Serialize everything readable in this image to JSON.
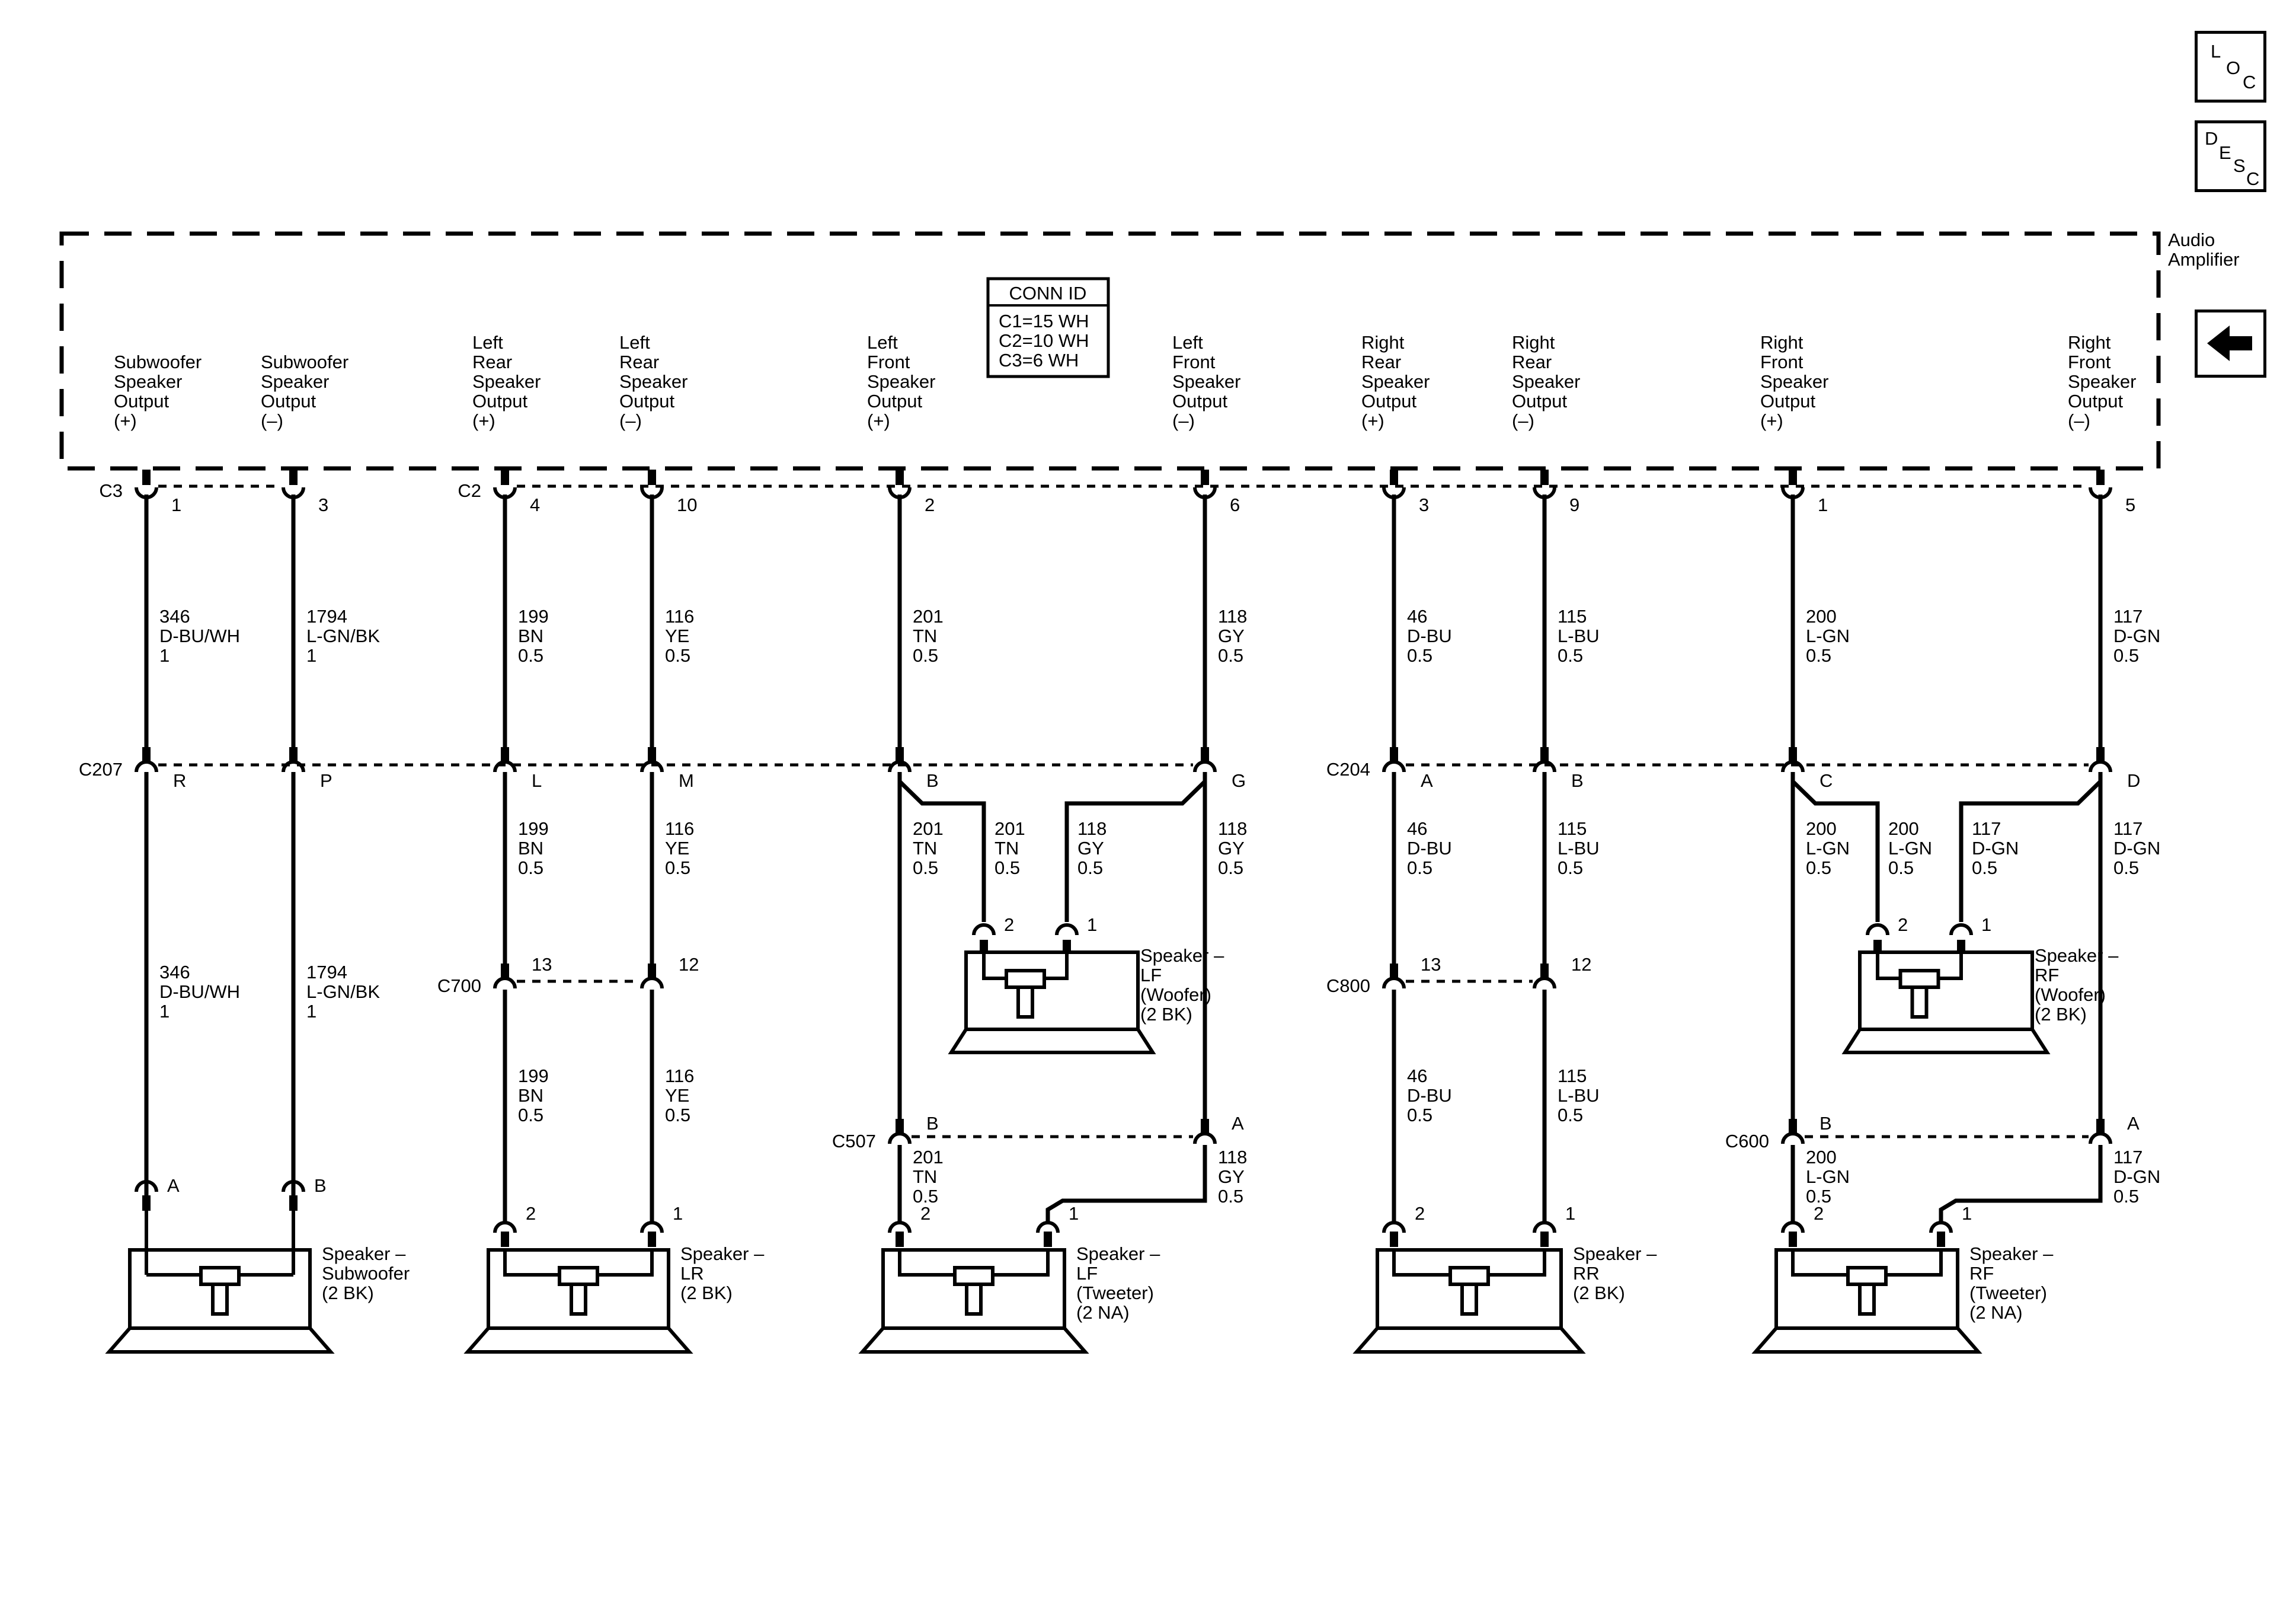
{
  "nav": {
    "loc": [
      "L",
      "O",
      "C"
    ],
    "desc": [
      "D",
      "E",
      "S",
      "C"
    ],
    "back": "back-arrow"
  },
  "module": {
    "name": "Audio Amplifier",
    "lines": [
      "Audio",
      "Amplifier"
    ]
  },
  "conn_id": {
    "title": "CONN ID",
    "lines": [
      "C1=15 WH",
      "C2=10 WH",
      "C3=6 WH"
    ]
  },
  "circuits": [
    {
      "label": [
        "Subwoofer",
        "Speaker",
        "Output",
        "(+)"
      ],
      "pin": "1",
      "wire1": [
        "346",
        "D-BU/WH",
        "1"
      ],
      "c2pin": "R",
      "wire2": [
        "346",
        "D-BU/WH",
        "1"
      ],
      "c3pin": "",
      "wire3": [],
      "c4pin": "",
      "wire4": [],
      "spkpin": "A"
    },
    {
      "label": [
        "Subwoofer",
        "Speaker",
        "Output",
        "(–)"
      ],
      "pin": "3",
      "wire1": [
        "1794",
        "L-GN/BK",
        "1"
      ],
      "c2pin": "P",
      "wire2": [
        "1794",
        "L-GN/BK",
        "1"
      ],
      "c3pin": "",
      "wire3": [],
      "c4pin": "",
      "wire4": [],
      "spkpin": "B"
    },
    {
      "label": [
        "Left",
        "Rear",
        "Speaker",
        "Output",
        "(+)"
      ],
      "pin": "4",
      "wire1": [
        "199",
        "BN",
        "0.5"
      ],
      "c2pin": "L",
      "wire2": [
        "199",
        "BN",
        "0.5"
      ],
      "c3pin": "13",
      "wire3": [
        "199",
        "BN",
        "0.5"
      ],
      "c4pin": "",
      "wire4": [],
      "spkpin": "2"
    },
    {
      "label": [
        "Left",
        "Rear",
        "Speaker",
        "Output",
        "(–)"
      ],
      "pin": "10",
      "wire1": [
        "116",
        "YE",
        "0.5"
      ],
      "c2pin": "M",
      "wire2": [
        "116",
        "YE",
        "0.5"
      ],
      "c3pin": "12",
      "wire3": [
        "116",
        "YE",
        "0.5"
      ],
      "c4pin": "",
      "wire4": [],
      "spkpin": "1"
    },
    {
      "label": [
        "Left",
        "Front",
        "Speaker",
        "Output",
        "(+)"
      ],
      "pin": "2",
      "wire1": [
        "201",
        "TN",
        "0.5"
      ],
      "c2pin": "B",
      "wire2": [
        "201",
        "TN",
        "0.5"
      ],
      "branch": [
        "201",
        "TN",
        "0.5"
      ],
      "wpin": "2",
      "c4pin": "B",
      "wire4": [
        "201",
        "TN",
        "0.5"
      ],
      "spkpin": "2"
    },
    {
      "label": [
        "Left",
        "Front",
        "Speaker",
        "Output",
        "(–)"
      ],
      "pin": "6",
      "wire1": [
        "118",
        "GY",
        "0.5"
      ],
      "c2pin": "G",
      "wire2": [
        "118",
        "GY",
        "0.5"
      ],
      "branch": [
        "118",
        "GY",
        "0.5"
      ],
      "wpin": "1",
      "c4pin": "A",
      "wire4": [
        "118",
        "GY",
        "0.5"
      ],
      "spkpin": "1"
    },
    {
      "label": [
        "Right",
        "Rear",
        "Speaker",
        "Output",
        "(+)"
      ],
      "pin": "3",
      "wire1": [
        "46",
        "D-BU",
        "0.5"
      ],
      "c2pin": "A",
      "wire2": [
        "46",
        "D-BU",
        "0.5"
      ],
      "c3pin": "13",
      "wire3": [
        "46",
        "D-BU",
        "0.5"
      ],
      "c4pin": "",
      "wire4": [],
      "spkpin": "2"
    },
    {
      "label": [
        "Right",
        "Rear",
        "Speaker",
        "Output",
        "(–)"
      ],
      "pin": "9",
      "wire1": [
        "115",
        "L-BU",
        "0.5"
      ],
      "c2pin": "B",
      "wire2": [
        "115",
        "L-BU",
        "0.5"
      ],
      "c3pin": "12",
      "wire3": [
        "115",
        "L-BU",
        "0.5"
      ],
      "c4pin": "",
      "wire4": [],
      "spkpin": "1"
    },
    {
      "label": [
        "Right",
        "Front",
        "Speaker",
        "Output",
        "(+)"
      ],
      "pin": "1",
      "wire1": [
        "200",
        "L-GN",
        "0.5"
      ],
      "c2pin": "C",
      "wire2": [
        "200",
        "L-GN",
        "0.5"
      ],
      "branch": [
        "200",
        "L-GN",
        "0.5"
      ],
      "wpin": "2",
      "c4pin": "B",
      "wire4": [
        "200",
        "L-GN",
        "0.5"
      ],
      "spkpin": "2"
    },
    {
      "label": [
        "Right",
        "Front",
        "Speaker",
        "Output",
        "(–)"
      ],
      "pin": "5",
      "wire1": [
        "117",
        "D-GN",
        "0.5"
      ],
      "c2pin": "D",
      "wire2": [
        "117",
        "D-GN",
        "0.5"
      ],
      "branch": [
        "117",
        "D-GN",
        "0.5"
      ],
      "wpin": "1",
      "c4pin": "A",
      "wire4": [
        "117",
        "D-GN",
        "0.5"
      ],
      "spkpin": "1"
    }
  ],
  "connectors_top": [
    "C3",
    "C2"
  ],
  "connectors_mid": [
    "C207",
    "C204"
  ],
  "connectors_low": [
    "C700",
    "C800"
  ],
  "connectors_tweeter": [
    "C507",
    "C600"
  ],
  "speakers": [
    {
      "lines": [
        "Speaker –",
        "Subwoofer",
        "(2 BK)"
      ]
    },
    {
      "lines": [
        "Speaker –",
        "LR",
        "(2 BK)"
      ]
    },
    {
      "lines": [
        "Speaker –",
        "LF",
        "(Tweeter)",
        "(2 NA)"
      ]
    },
    {
      "lines": [
        "Speaker –",
        "RR",
        "(2 BK)"
      ]
    },
    {
      "lines": [
        "Speaker –",
        "RF",
        "(Tweeter)",
        "(2 NA)"
      ]
    }
  ],
  "woofers": [
    {
      "lines": [
        "Speaker –",
        "LF",
        "(Woofer)",
        "(2 BK)"
      ]
    },
    {
      "lines": [
        "Speaker –",
        "RF",
        "(Woofer)",
        "(2 BK)"
      ]
    }
  ]
}
